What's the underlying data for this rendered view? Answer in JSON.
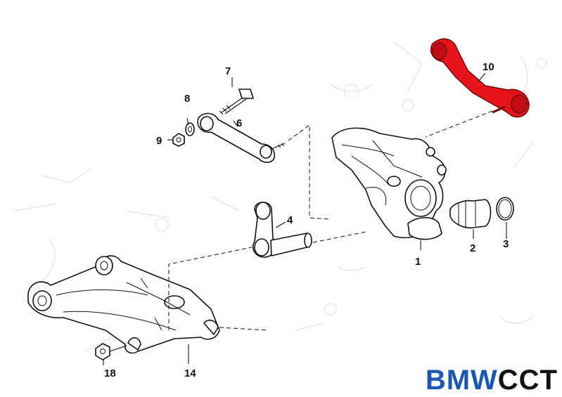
{
  "labels": {
    "p1": "1",
    "p2": "2",
    "p3": "3",
    "p4": "4",
    "p6": "6",
    "p7": "7",
    "p8": "8",
    "p9": "9",
    "p10": "10",
    "p14": "14",
    "p18": "18"
  },
  "logo": {
    "part1": "BMW",
    "part2": "CCT"
  },
  "colors": {
    "highlight": "#e8141c",
    "logo_blue": "#1a57b5",
    "ink": "#111111"
  }
}
